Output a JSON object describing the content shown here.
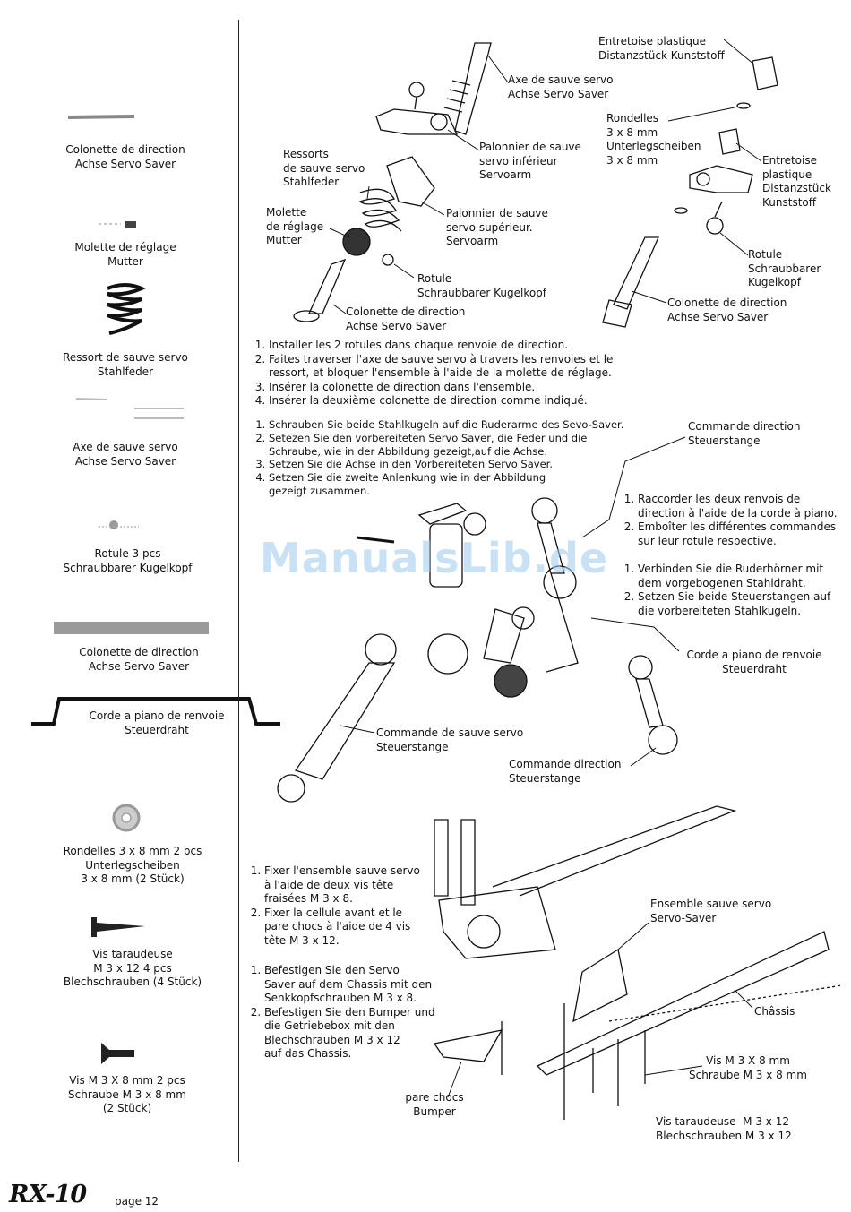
{
  "watermark": "ManualsLib.de",
  "footer": {
    "logo": "RX-10",
    "page": "page 12"
  },
  "parts": [
    "Colonette de direction\nAchse Servo Saver",
    "Molette de réglage\nMutter",
    "Ressort de sauve servo\nStahlfeder",
    "Axe de sauve servo\nAchse Servo Saver",
    "Rotule 3 pcs\nSchraubbarer Kugelkopf",
    "Colonette de direction\nAchse Servo Saver",
    "Corde a piano de renvoie\nSteuerdraht",
    "Rondelles 3 x 8 mm 2 pcs\nUnterlegscheiben\n3 x 8 mm (2 Stück)",
    "Vis taraudeuse\nM 3 x 12 4 pcs\nBlechschrauben (4 Stück)",
    "Vis M 3 X 8 mm 2 pcs\nSchraube M 3 x 8 mm\n(2 Stück)"
  ],
  "labels1": {
    "axe": "Axe de sauve servo\nAchse Servo Saver",
    "palonnier_inf": "Palonnier de sauve\nservo inférieur\nServoarm",
    "ressorts": "Ressorts\nde sauve servo\nStahlfeder",
    "molette": "Molette\nde réglage\nMutter",
    "palonnier_sup": "Palonnier de sauve\nservo supérieur.\nServoarm",
    "rotule": "Rotule\nSchraubbarer Kugelkopf",
    "colonette": "Colonette de direction\nAchse Servo Saver",
    "entretoise_top": "Entretoise plastique\nDistanzstück Kunststoff",
    "rondelles": "Rondelles\n3 x 8 mm\nUnterlegscheiben\n3 x 8 mm",
    "entretoise_side": "Entretoise\nplastique\nDistanzstück\nKunststoff",
    "rotule2": "Rotule\nSchraubbarer\nKugelkopf",
    "colonette2": "Colonette de direction\nAchse Servo Saver"
  },
  "instructions_fr_1": [
    "Installer les 2 rotules dans chaque renvoie de direction.",
    "Faites traverser l'axe de sauve servo à travers les renvoies et le\nressort, et bloquer l'ensemble à l'aide de la molette de réglage.",
    "Insérer la colonette de direction dans l'ensemble.",
    "Insérer la deuxième colonette de direction comme indiqué."
  ],
  "instructions_de_1": [
    "Schrauben Sie beide Stahlkugeln auf die Ruderarme des Sevo-Saver.",
    "Setezen Sie den vorbereiteten Servo Saver, die Feder und die\nSchraube, wie in der Abbildung gezeigt,auf die Achse.",
    "Setzen Sie die Achse in den Vorbereiteten Servo Saver.",
    "Setzen Sie die zweite Anlenkung wie in der Abbildung\ngezeigt zusammen."
  ],
  "labels2": {
    "commande_dir_top": "Commande direction\nSteuerstange",
    "corde": "Corde a piano de renvoie\nSteuerdraht",
    "commande_sauve": "Commande de sauve servo\nSteuerstange",
    "commande_dir_bottom": "Commande direction\nSteuerstange"
  },
  "instructions_fr_2": [
    "Raccorder les deux renvois de\ndirection à l'aide de la corde à piano.",
    "Emboîter les différentes commandes\nsur leur rotule respective."
  ],
  "instructions_de_2": [
    "Verbinden Sie die Ruderhörner mit\ndem vorgebogenen Stahldraht.",
    "Setzen Sie beide Steuerstangen auf\ndie vorbereiteten Stahlkugeln."
  ],
  "instructions_fr_3": [
    "Fixer l'ensemble sauve servo\nà l'aide de deux vis tête\nfraisées M 3 x 8.",
    "Fixer la cellule avant et le\npare chocs à l'aide de 4 vis\ntête M 3 x 12."
  ],
  "instructions_de_3": [
    "Befestigen Sie den Servo\nSaver auf dem Chassis mit den\nSenkkopfschrauben M 3 x 8.",
    "Befestigen Sie den Bumper und\ndie Getriebebox mit den\nBlechschrauben M 3 x 12\nauf das Chassis."
  ],
  "labels3": {
    "ensemble": "Ensemble sauve servo\nServo-Saver",
    "chassis": "Châssis",
    "vis_m3x8": "Vis M 3 X 8 mm\nSchraube M 3 x 8 mm",
    "pare_chocs": "pare chocs\nBumper",
    "vis_taraudeuse": "Vis taraudeuse  M 3 x 12\nBlechschrauben M 3 x 12"
  }
}
